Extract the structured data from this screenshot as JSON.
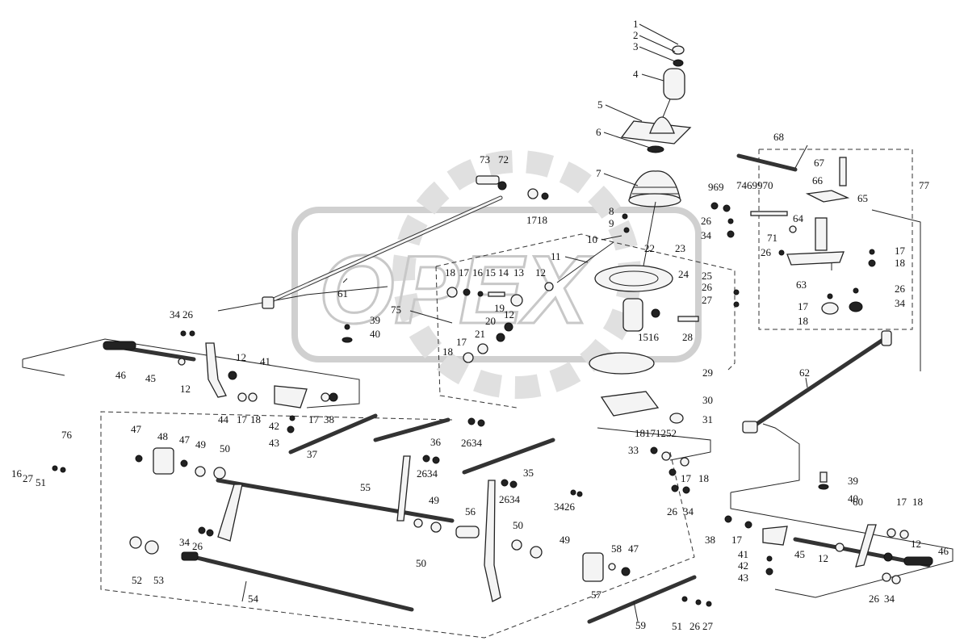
{
  "watermark": {
    "text": "OPEX",
    "color": "#c8c8c8"
  },
  "callouts": [
    {
      "id": "c1",
      "label": "1"
    },
    {
      "id": "c2",
      "label": "2"
    },
    {
      "id": "c3",
      "label": "3"
    },
    {
      "id": "c4",
      "label": "4"
    },
    {
      "id": "c5",
      "label": "5"
    },
    {
      "id": "c6",
      "label": "6"
    },
    {
      "id": "c7",
      "label": "7"
    },
    {
      "id": "c8",
      "label": "8"
    },
    {
      "id": "c9",
      "label": "9"
    },
    {
      "id": "c10",
      "label": "10"
    },
    {
      "id": "c11",
      "label": "11"
    },
    {
      "id": "c12a",
      "label": "12"
    },
    {
      "id": "c12b",
      "label": "12"
    },
    {
      "id": "c13",
      "label": "13"
    },
    {
      "id": "c14",
      "label": "14"
    },
    {
      "id": "c15",
      "label": "15"
    },
    {
      "id": "c16",
      "label": "16"
    },
    {
      "id": "c17",
      "label": "17"
    },
    {
      "id": "c18",
      "label": "18"
    },
    {
      "id": "c19",
      "label": "19"
    },
    {
      "id": "c20",
      "label": "20"
    },
    {
      "id": "c21",
      "label": "21"
    },
    {
      "id": "c17b",
      "label": "17"
    },
    {
      "id": "c18b",
      "label": "18"
    },
    {
      "id": "c22",
      "label": "22"
    },
    {
      "id": "c23",
      "label": "23"
    },
    {
      "id": "c24",
      "label": "24"
    },
    {
      "id": "c25",
      "label": "25"
    },
    {
      "id": "c26",
      "label": "26"
    },
    {
      "id": "c27",
      "label": "27"
    },
    {
      "id": "c28",
      "label": "28"
    },
    {
      "id": "c1516",
      "label": "1516"
    },
    {
      "id": "c29",
      "label": "29"
    },
    {
      "id": "c30",
      "label": "30"
    },
    {
      "id": "c31",
      "label": "31"
    },
    {
      "id": "c73",
      "label": "73"
    },
    {
      "id": "c72",
      "label": "72"
    },
    {
      "id": "c1718",
      "label": "1718"
    },
    {
      "id": "c61",
      "label": "61"
    },
    {
      "id": "c75",
      "label": "75"
    },
    {
      "id": "c39a",
      "label": "39"
    },
    {
      "id": "c40a",
      "label": "40"
    },
    {
      "id": "c68",
      "label": "68"
    },
    {
      "id": "c67",
      "label": "67"
    },
    {
      "id": "c66",
      "label": "66"
    },
    {
      "id": "c65",
      "label": "65"
    },
    {
      "id": "c77",
      "label": "77"
    },
    {
      "id": "c969",
      "label": "969"
    },
    {
      "id": "c7469970",
      "label": "7469970"
    },
    {
      "id": "c26b",
      "label": "26"
    },
    {
      "id": "c34b",
      "label": "34"
    },
    {
      "id": "c71",
      "label": "71"
    },
    {
      "id": "c64",
      "label": "64"
    },
    {
      "id": "c26c",
      "label": "26"
    },
    {
      "id": "c63",
      "label": "63"
    },
    {
      "id": "c17c",
      "label": "17"
    },
    {
      "id": "c18c",
      "label": "18"
    },
    {
      "id": "c26d",
      "label": "26"
    },
    {
      "id": "c34d",
      "label": "34"
    },
    {
      "id": "c17d",
      "label": "17"
    },
    {
      "id": "c18d",
      "label": "18"
    },
    {
      "id": "c62",
      "label": "62"
    },
    {
      "id": "c34e",
      "label": "34"
    },
    {
      "id": "c26e",
      "label": "26"
    },
    {
      "id": "c46a",
      "label": "46"
    },
    {
      "id": "c45a",
      "label": "45"
    },
    {
      "id": "c12c",
      "label": "12"
    },
    {
      "id": "c12d",
      "label": "12"
    },
    {
      "id": "c41a",
      "label": "41"
    },
    {
      "id": "c44",
      "label": "44"
    },
    {
      "id": "c17e",
      "label": "17"
    },
    {
      "id": "c18e",
      "label": "18"
    },
    {
      "id": "c17f",
      "label": "17"
    },
    {
      "id": "c38a",
      "label": "38"
    },
    {
      "id": "c42a",
      "label": "42"
    },
    {
      "id": "c43a",
      "label": "43"
    },
    {
      "id": "c37",
      "label": "37"
    },
    {
      "id": "c76",
      "label": "76"
    },
    {
      "id": "c16b",
      "label": "16"
    },
    {
      "id": "c27b",
      "label": "27"
    },
    {
      "id": "c51a",
      "label": "51"
    },
    {
      "id": "c47a",
      "label": "47"
    },
    {
      "id": "c48",
      "label": "48"
    },
    {
      "id": "c47b",
      "label": "47"
    },
    {
      "id": "c49a",
      "label": "49"
    },
    {
      "id": "c50a",
      "label": "50"
    },
    {
      "id": "c55",
      "label": "55"
    },
    {
      "id": "c36",
      "label": "36"
    },
    {
      "id": "c2634a",
      "label": "2634"
    },
    {
      "id": "c2634b",
      "label": "2634"
    },
    {
      "id": "c35",
      "label": "35"
    },
    {
      "id": "c2634c",
      "label": "2634"
    },
    {
      "id": "c33",
      "label": "33"
    },
    {
      "id": "c18171252",
      "label": "18171252"
    },
    {
      "id": "c17g",
      "label": "17"
    },
    {
      "id": "c18g",
      "label": "18"
    },
    {
      "id": "c26f",
      "label": "26"
    },
    {
      "id": "c34f",
      "label": "34"
    },
    {
      "id": "c3426",
      "label": "3426"
    },
    {
      "id": "c49b",
      "label": "49"
    },
    {
      "id": "c56",
      "label": "56"
    },
    {
      "id": "c50b",
      "label": "50"
    },
    {
      "id": "c50c",
      "label": "50"
    },
    {
      "id": "c49c",
      "label": "49"
    },
    {
      "id": "c34g",
      "label": "34"
    },
    {
      "id": "c26g",
      "label": "26"
    },
    {
      "id": "c52",
      "label": "52"
    },
    {
      "id": "c53",
      "label": "53"
    },
    {
      "id": "c54",
      "label": "54"
    },
    {
      "id": "c57",
      "label": "57"
    },
    {
      "id": "c58",
      "label": "58"
    },
    {
      "id": "c47c",
      "label": "47"
    },
    {
      "id": "c59",
      "label": "59"
    },
    {
      "id": "c51b",
      "label": "51"
    },
    {
      "id": "c26h",
      "label": "26"
    },
    {
      "id": "c27c",
      "label": "27"
    },
    {
      "id": "c39b",
      "label": "39"
    },
    {
      "id": "c40b",
      "label": "40"
    },
    {
      "id": "c38b",
      "label": "38"
    },
    {
      "id": "c17h",
      "label": "17"
    },
    {
      "id": "c60",
      "label": "60"
    },
    {
      "id": "c17i",
      "label": "17"
    },
    {
      "id": "c18i",
      "label": "18"
    },
    {
      "id": "c41b",
      "label": "41"
    },
    {
      "id": "c45b",
      "label": "45"
    },
    {
      "id": "c42b",
      "label": "42"
    },
    {
      "id": "c43b",
      "label": "43"
    },
    {
      "id": "c12e",
      "label": "12"
    },
    {
      "id": "c12f",
      "label": "12"
    },
    {
      "id": "c46b",
      "label": "46"
    },
    {
      "id": "c26i",
      "label": "26"
    },
    {
      "id": "c34i",
      "label": "34"
    }
  ]
}
